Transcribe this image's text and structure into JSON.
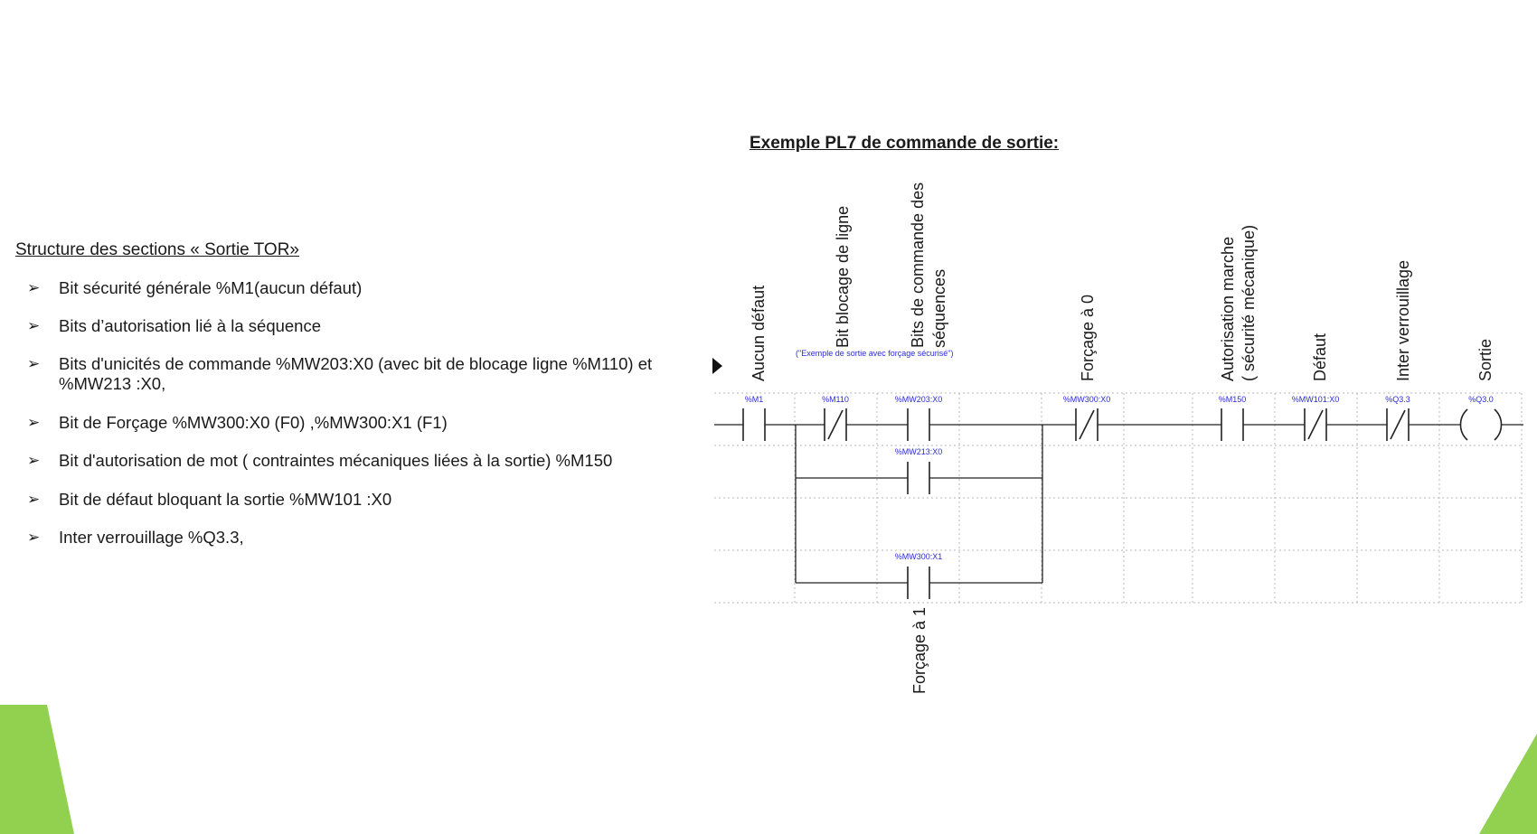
{
  "left_panel": {
    "title": "Structure des sections « Sortie TOR» ",
    "bullets": [
      "Bit sécurité générale %M1(aucun défaut)",
      "Bits d’autorisation lié à la séquence",
      "Bits d'unicités de commande %MW203:X0 (avec bit de blocage ligne %M110) et %MW213 :X0,",
      "Bit de Forçage %MW300:X0 (F0) ,%MW300:X1 (F1)",
      "Bit d'autorisation de mot ( contraintes mécaniques liées à la sortie) %M150",
      "Bit de défaut bloquant la sortie %MW101 :X0",
      "Inter verrouillage %Q3.3,"
    ],
    "bullet_icon": "arrow-bullet-icon"
  },
  "diagram": {
    "title": "Exemple PL7 de commande de sortie:",
    "note": "(\"Exemple de sortie avec forçage sécurisé\")",
    "column_labels": [
      {
        "id": "aucun-defaut",
        "lines": [
          "Aucun défaut"
        ]
      },
      {
        "id": "bit-blocage",
        "lines": [
          "Bit blocage de ligne"
        ]
      },
      {
        "id": "bits-commande",
        "lines": [
          "Bits de commande des",
          "séquences"
        ]
      },
      {
        "id": "forcage-0",
        "lines": [
          "Forçage à 0"
        ]
      },
      {
        "id": "autorisation",
        "lines": [
          "Autorisation marche",
          "( sécurité mécanique)"
        ]
      },
      {
        "id": "defaut",
        "lines": [
          "Défaut"
        ]
      },
      {
        "id": "inter-verrouillage",
        "lines": [
          "Inter verrouillage"
        ]
      },
      {
        "id": "sortie",
        "lines": [
          "Sortie"
        ]
      },
      {
        "id": "forcage-1",
        "lines": [
          "Forçage à 1"
        ]
      }
    ],
    "contacts": [
      {
        "tag": "%M1",
        "type": "NO"
      },
      {
        "tag": "%M110",
        "type": "NC"
      },
      {
        "tag": "%MW203:X0",
        "type": "NO"
      },
      {
        "tag": "%MW213:X0",
        "type": "NO"
      },
      {
        "tag": "%MW300:X1",
        "type": "NO"
      },
      {
        "tag": "%MW300:X0",
        "type": "NC"
      },
      {
        "tag": "%M150",
        "type": "NO"
      },
      {
        "tag": "%MW101:X0",
        "type": "NC"
      },
      {
        "tag": "%Q3.3",
        "type": "NC"
      }
    ],
    "coil": {
      "tag": "%Q3.0",
      "type": "coil"
    }
  },
  "colors": {
    "text": "#1a1a1a",
    "tag_blue": "#2b2bd6",
    "wire": "#222222",
    "grid": "#b8b8b8",
    "accent_green": "#92d050"
  }
}
